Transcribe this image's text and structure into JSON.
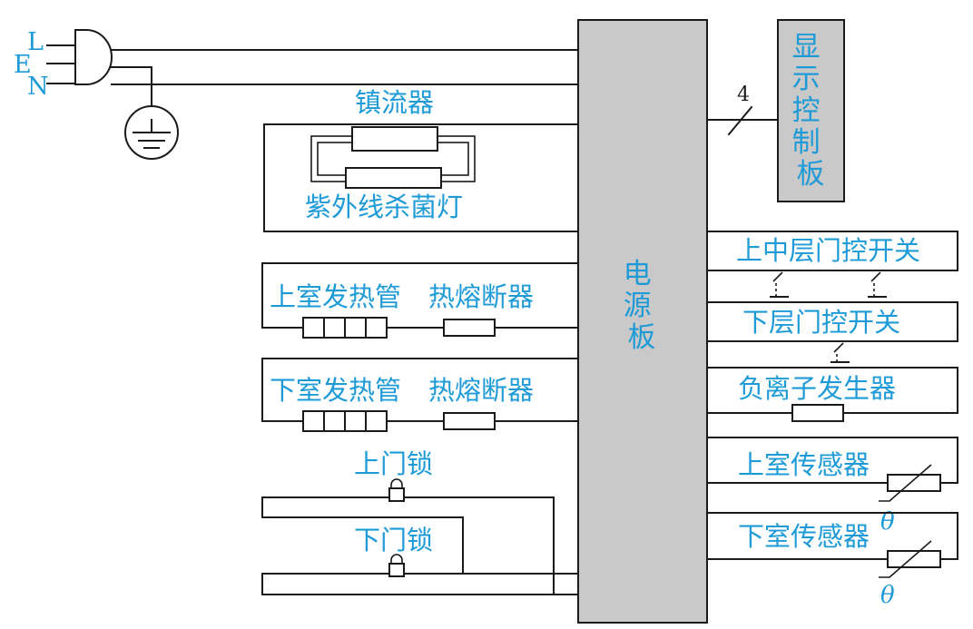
{
  "plug": {
    "l": "L",
    "e": "E",
    "n": "N"
  },
  "labels": {
    "ballast": "镇流器",
    "uv_lamp": "紫外线杀菌灯",
    "upper_heater": "上室发热管",
    "upper_fuse": "热熔断器",
    "lower_heater": "下室发热管",
    "lower_fuse": "热熔断器",
    "upper_lock": "上门锁",
    "lower_lock": "下门锁",
    "upper_middle_switch": "上中层门控开关",
    "lower_switch": "下层门控开关",
    "ion_generator": "负离子发生器",
    "upper_sensor": "上室传感器",
    "lower_sensor": "下室传感器",
    "theta1": "θ",
    "theta2": "θ"
  },
  "power_board": [
    "电",
    "源",
    "板"
  ],
  "display_board": [
    "显",
    "示",
    "控",
    "制",
    "板"
  ],
  "bus_width": "4",
  "colors": {
    "label": "#1e9bd7",
    "board": "#c9c9c9",
    "wire": "#1a1a1a"
  }
}
